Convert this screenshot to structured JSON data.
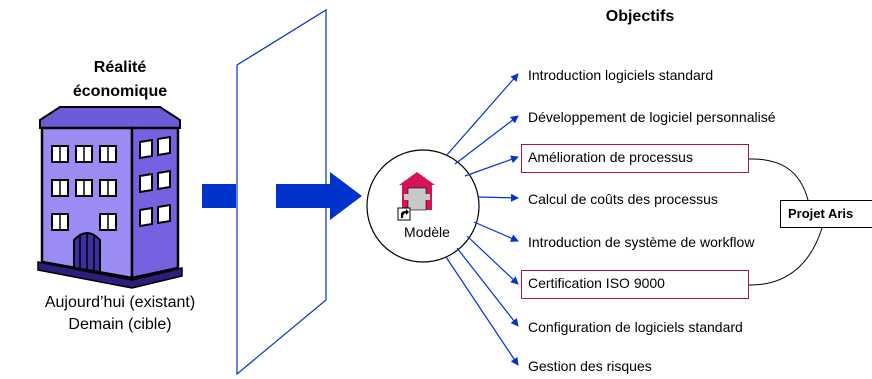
{
  "left": {
    "title_line1": "Réalité",
    "title_line2": "économique",
    "caption_line1": "Aujourd’hui (existant)",
    "caption_line2": "Demain (cible)"
  },
  "center": {
    "model_label": "Modèle"
  },
  "right": {
    "title": "Objectifs",
    "items": [
      "Introduction logiciels standard",
      "Développement de logiciel personnalisé",
      "Amélioration de processus",
      "Calcul de coûts des processus",
      "Introduction de système de workflow",
      "Certification ISO 9000",
      "Configuration de logiciels standard",
      "Gestion des risques"
    ],
    "project_label": "Projet Aris"
  },
  "colors": {
    "arrow_blue": "#0033cc",
    "highlight_border": "#b0143c",
    "building_purple": "#8f7dee"
  }
}
